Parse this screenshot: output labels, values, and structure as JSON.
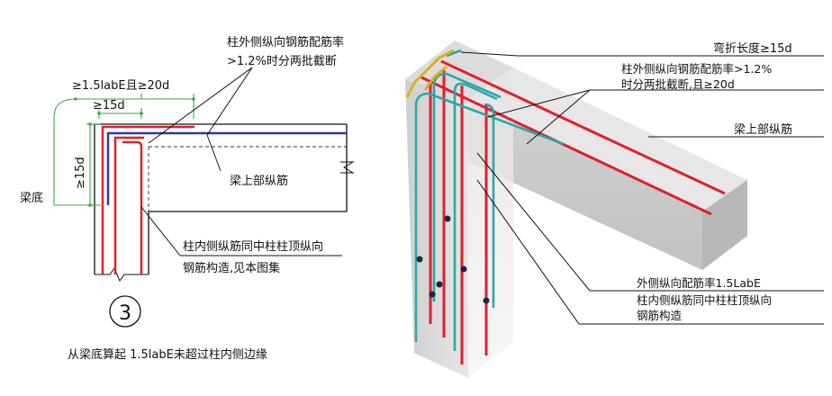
{
  "left_detail": {
    "label_outer_ratio_line1": "柱外侧纵向钢筋配筋率",
    "label_outer_ratio_line2": ">1.2%时分两批截断",
    "dim_15labe_20d": "≥1.5labE且≥20d",
    "dim_15d_top": "≥15d",
    "dim_15d_vertical": "≥15d",
    "label_beam_bottom": "梁底",
    "label_beam_top_bars": "梁上部纵筋",
    "label_inner_bars_line1": "柱内侧纵筋同中柱柱顶纵向",
    "label_inner_bars_line2": "钢筋构造,见本图集",
    "detail_number": "3",
    "note": "从梁底算起 1.5labE未超过柱内侧边缘"
  },
  "right_view": {
    "label_bend_length": "弯折长度≥15d",
    "label_outer_ratio_line1": "柱外侧纵向钢筋配筋率>1.2%",
    "label_outer_ratio_line2": "时分两批截断,且≥20d",
    "label_beam_top_bars": "梁上部纵筋",
    "label_outer_ratio_15labe": "外侧纵向配筋率1.5LabE",
    "label_inner_bars_line1": "柱内侧纵筋同中柱柱顶纵向",
    "label_inner_bars_line2": "钢筋构造"
  },
  "colors": {
    "red_bar": "#e0202a",
    "blue_bar": "#2b3a9e",
    "cyan_bar": "#2ba7a9",
    "yellow_bar": "#d8b020",
    "green_dim": "#3aa845",
    "concrete": "#d8d8d8"
  }
}
